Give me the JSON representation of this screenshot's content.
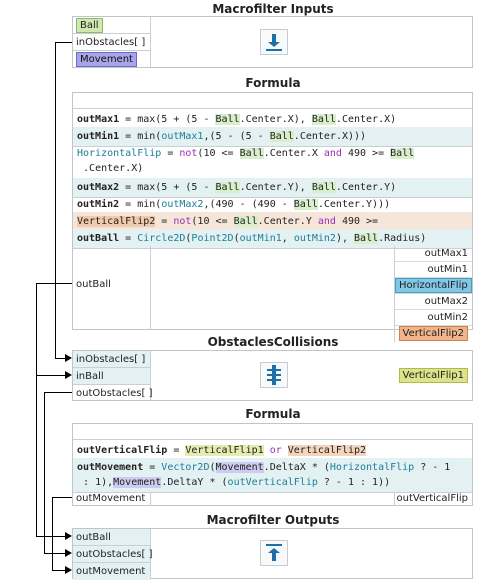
{
  "macro_inputs": {
    "title": "Macrofilter Inputs",
    "ball": "Ball",
    "in_obstacles": "inObstacles[ ]",
    "movement": "Movement"
  },
  "formula1": {
    "title": "Formula",
    "out_ball": "outBall",
    "outputs": [
      "outMax1",
      "outMin1",
      "HorizontalFlip",
      "outMax2",
      "outMin2",
      "VerticalFlip2"
    ]
  },
  "collisions": {
    "title": "ObstaclesCollisions",
    "in_obstacles": "inObstacles[ ]",
    "in_ball": "inBall",
    "out_obstacles": "outObstacles[ ]",
    "vertical_flip1": "VerticalFlip1"
  },
  "formula2": {
    "title": "Formula",
    "out_movement": "outMovement",
    "out_vertical_flip": "outVerticalFlip"
  },
  "macro_outputs": {
    "title": "Macrofilter Outputs",
    "out_ball": "outBall",
    "out_obstacles": "outObstacles[ ]",
    "out_movement": "outMovement"
  },
  "colors": {
    "green_tag": "#cfe8b0",
    "purple_tag": "#a7a4e8",
    "blue_tag": "#82c7e6",
    "olive_tag": "#dde38a",
    "orange_tag": "#f1b58c",
    "shade_row": "#e4f1f3"
  },
  "icons": {
    "inputs": "download-arrow-icon",
    "collisions": "filter-stack-icon",
    "outputs": "upload-arrow-icon"
  }
}
